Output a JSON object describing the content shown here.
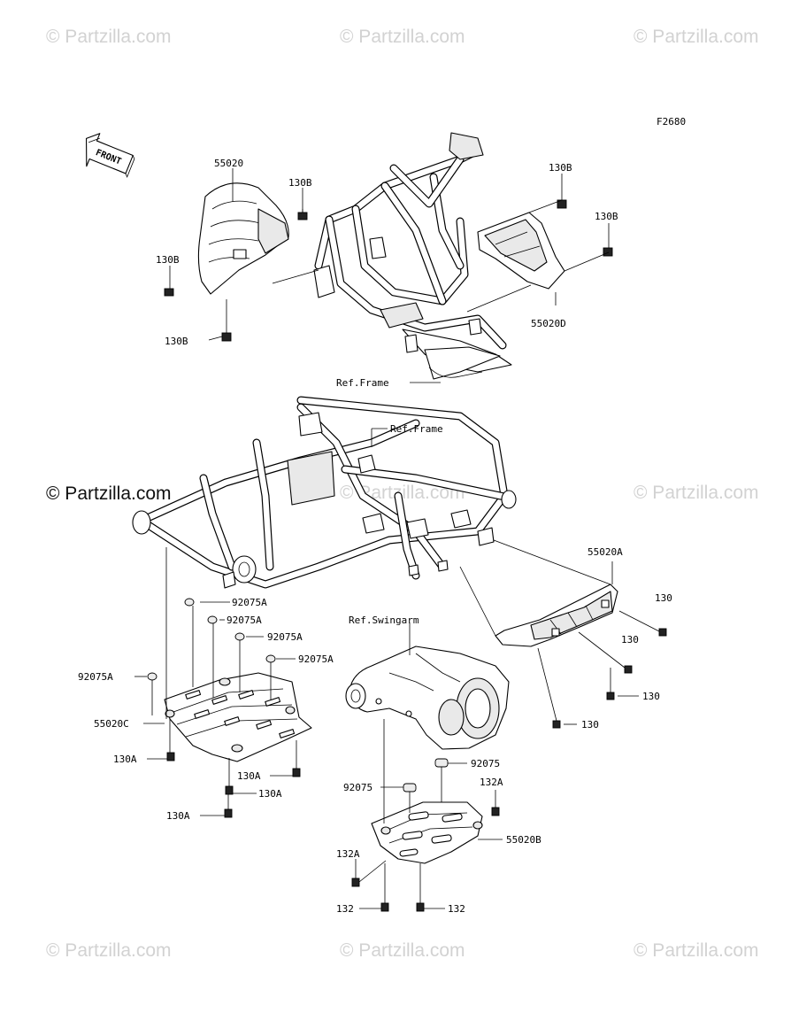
{
  "diagram_code": "F2680",
  "watermarks": {
    "faint": "© Partzilla.com",
    "main": "© Partzilla.com"
  },
  "front_label": "FRONT",
  "labels": {
    "guard_upper_front": "55020",
    "guard_upper_rear": "55020D",
    "guard_middle": "55020A",
    "guard_lower_left": "55020C",
    "guard_lower_right": "55020B",
    "bolt_130B": "130B",
    "bolt_130": "130",
    "bolt_130A": "130A",
    "bolt_132": "132",
    "bolt_132A": "132A",
    "cap_92075A": "92075A",
    "cap_92075": "92075",
    "ref_frame": "Ref.Frame",
    "ref_swingarm": "Ref.Swingarm"
  }
}
